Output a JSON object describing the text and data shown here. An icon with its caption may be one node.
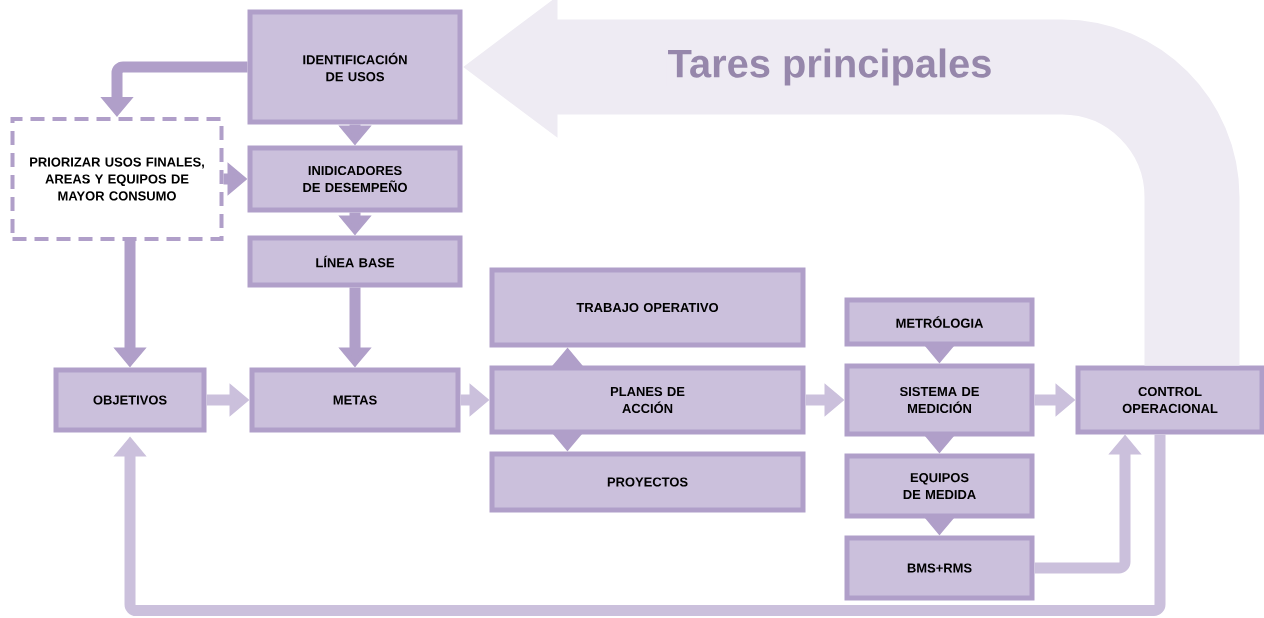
{
  "diagram": {
    "nodes": [
      {
        "text": [
          "IDENTIFICACIÓN DE USOS"
        ]
      },
      {
        "text": [
          "PRIORIZAR USOS FINALES, AREAS Y EQUIPOS DE MAYOR CONSUMO"
        ]
      },
      {
        "text": [
          "INIDICADORES DE DESEMPEÑO"
        ]
      },
      {
        "text": [
          "LÍNEA BASE"
        ]
      },
      {
        "text": [
          "OBJETIVOS"
        ]
      },
      {
        "text": [
          "METAS"
        ]
      },
      {
        "text": [
          "TRABAJO OPERATIVO"
        ]
      },
      {
        "text": [
          "PLANES DE ACCIÓN"
        ]
      },
      {
        "text": [
          "PROYECTOS"
        ]
      },
      {
        "text": [
          "METRÓLOGIA"
        ]
      },
      {
        "text": [
          "SISTEMA DE MEDICIÓN"
        ]
      },
      {
        "text": [
          "EQUIPOS DE MEDIDA"
        ]
      },
      {
        "text": [
          "BMS+RMS"
        ]
      },
      {
        "text": [
          "CONTROL OPERACIONAL"
        ]
      }
    ],
    "edges": [
      {
        "from": 0,
        "to": 1,
        "arrow": "to"
      },
      {
        "from": 0,
        "to": 2,
        "arrow": "to"
      },
      {
        "from": 1,
        "to": 2,
        "arrow": "to"
      },
      {
        "from": 2,
        "to": 3,
        "arrow": "to"
      },
      {
        "from": 1,
        "to": 4,
        "arrow": "to"
      },
      {
        "from": 3,
        "to": 5,
        "arrow": "to"
      },
      {
        "from": 4,
        "to": 5,
        "arrow": "to",
        "color": "#cbc0dc"
      },
      {
        "from": 5,
        "to": 7,
        "arrow": "to",
        "color": "#cbc0dc"
      },
      {
        "from": 7,
        "to": 6,
        "arrow": "to"
      },
      {
        "from": 7,
        "to": 8,
        "arrow": "to"
      },
      {
        "from": 7,
        "to": 10,
        "arrow": "to",
        "color": "#cbc0dc"
      },
      {
        "from": 9,
        "to": 10,
        "arrow": "to"
      },
      {
        "from": 10,
        "to": 11,
        "arrow": "to"
      },
      {
        "from": 11,
        "to": 12,
        "arrow": "to"
      },
      {
        "from": 10,
        "to": 13,
        "arrow": "to",
        "color": "#cbc0dc"
      },
      {
        "from": 12,
        "to": 13,
        "arrow": "to",
        "color": "#cbc0dc"
      },
      {
        "from": 13,
        "to": 4,
        "arrow": "to",
        "color": "#cbc0dc"
      },
      {
        "from": 13,
        "to": 0,
        "arrow": "to",
        "style": "thick",
        "color": "#eeebf3",
        "label": "Tares principales"
      }
    ]
  }
}
